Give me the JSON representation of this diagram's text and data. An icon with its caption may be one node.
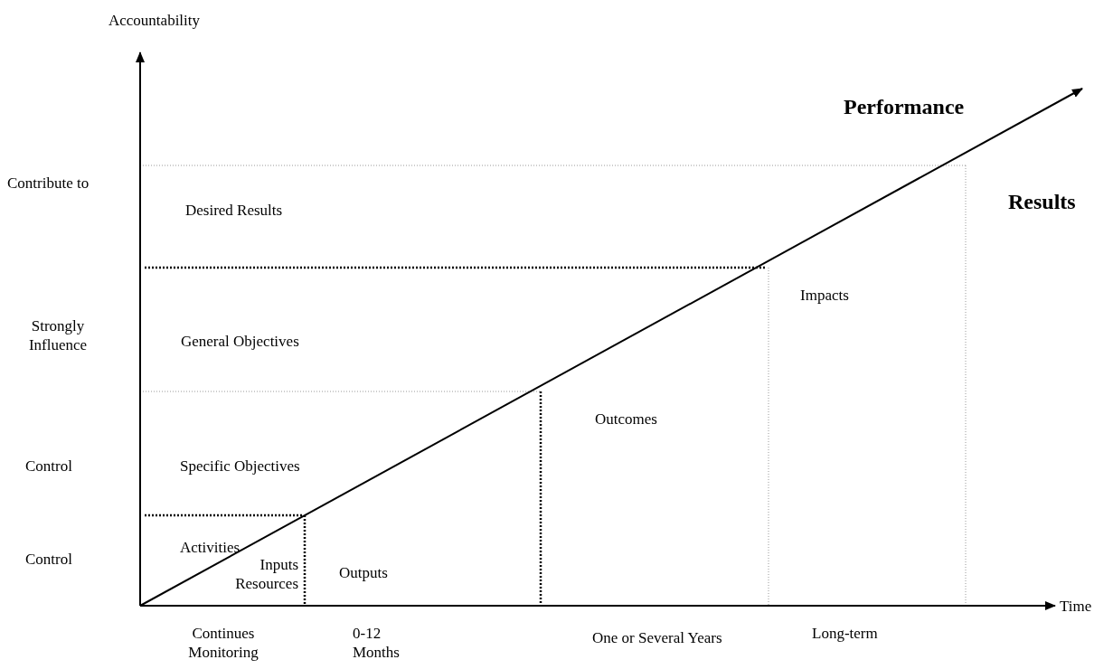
{
  "diagram": {
    "labels": [
      "Accountability",
      "Performance",
      "Results",
      "Contribute to",
      "Desired Results",
      "Impacts",
      "Strongly Influence",
      "General Objectives",
      "Outcomes",
      "Control",
      "Specific Objectives",
      "Control",
      "Activities",
      "Outputs",
      "Inputs Resources",
      "Time",
      "Continues Monitoring",
      "0-12 Months",
      "One or Several Years",
      "Long-term"
    ]
  }
}
